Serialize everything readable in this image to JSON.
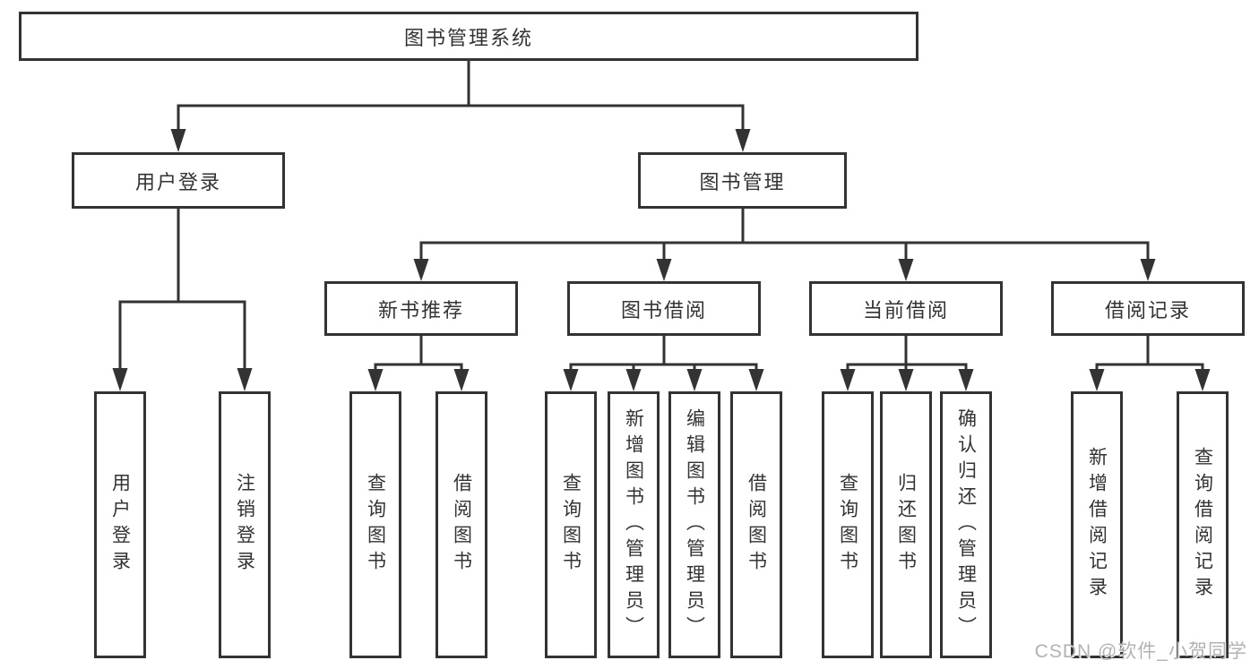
{
  "colors": {
    "line": "#333333",
    "text": "#333333",
    "box_background": "#ffffff",
    "watermark": "#b2b2b2"
  },
  "tree": {
    "root": {
      "label": "图书管理系统"
    },
    "login_branch": {
      "label": "用户登录",
      "children": [
        {
          "label": "用户登录"
        },
        {
          "label": "注销登录"
        }
      ]
    },
    "management_branch": {
      "label": "图书管理",
      "groups": [
        {
          "label": "新书推荐",
          "children": [
            {
              "label": "查询图书"
            },
            {
              "label": "借阅图书"
            }
          ]
        },
        {
          "label": "图书借阅",
          "children": [
            {
              "label": "查询图书"
            },
            {
              "label": "新增图书（管理员）"
            },
            {
              "label": "编辑图书（管理员）"
            },
            {
              "label": "借阅图书"
            }
          ]
        },
        {
          "label": "当前借阅",
          "children": [
            {
              "label": "查询图书"
            },
            {
              "label": "归还图书"
            },
            {
              "label": "确认归还（管理员）"
            }
          ]
        },
        {
          "label": "借阅记录",
          "children": [
            {
              "label": "新增借阅记录"
            },
            {
              "label": "查询借阅记录"
            }
          ]
        }
      ]
    }
  },
  "watermark": {
    "text": "CSDN @软件_小贺同学"
  }
}
